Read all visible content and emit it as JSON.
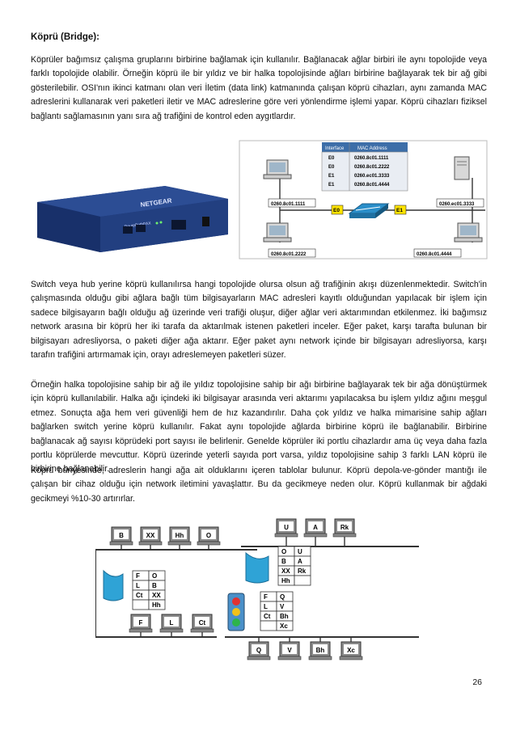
{
  "title": "Köprü (Bridge):",
  "paragraphs": [
    "Köprüler bağımsız çalışma gruplarını birbirine bağlamak için kullanılır. Bağlanacak ağlar birbiri ile aynı topolojide veya farklı topolojide olabilir. Örneğin köprü ile bir yıldız ve bir halka topolojisinde ağları birbirine bağlayarak tek bir ağ gibi gösterilebilir. OSI'nın ikinci katmanı olan veri İletim (data link) katmanında çalışan köprü cihazları, aynı zamanda MAC adreslerini kullanarak veri paketleri iletir ve MAC adreslerine göre veri yönlendirme işlemi yapar. Köprü cihazları fiziksel bağlantı sağlamasının yanı sıra ağ trafiğini de kontrol eden aygıtlardır.",
    "Switch veya hub yerine köprü kullanılırsa hangi topolojide olursa olsun ağ trafiğinin akışı düzenlenmektedir. Switch'in çalışmasında olduğu gibi ağlara bağlı tüm bilgisayarların MAC adresleri kayıtlı olduğundan yapılacak bir işlem için sadece bilgisayarın bağlı olduğu ağ üzerinde veri trafiği oluşur, diğer ağlar veri aktarımından etkilenmez. İki bağımsız network arasına bir köprü her iki tarafa da aktarılmak istenen paketleri inceler. Eğer paket, karşı tarafta bulunan bir bilgisayarı adresliyorsa, o paketi diğer ağa aktarır. Eğer paket aynı network içinde bir bilgisayarı adresliyorsa, karşı tarafın trafiğini artırmamak için, orayı adreslemeyen paketleri süzer.",
    "Örneğin halka topolojisine sahip bir ağ ile yıldız topolojisine sahip bir ağı birbirine bağlayarak tek bir ağa dönüştürmek için köprü kullanılabilir. Halka ağı içindeki iki bilgisayar arasında veri aktarımı yapılacaksa bu işlem yıldız ağını meşgul etmez. Sonuçta ağa hem veri güvenliği hem de hız kazandırılır. Daha çok yıldız ve halka mimarisine sahip ağları bağlarken switch yerine köprü kullanılır. Fakat aynı topolojide ağlarda birbirine köprü ile bağlanabilir. Birbirine bağlanacak ağ sayısı köprüdeki port sayısı ile belirlenir. Genelde köprüler iki portlu cihazlardır ama üç veya daha fazla portlu köprülerde mevcuttur. Köprü üzerinde yeterli sayıda port varsa, yıldız topolojisine sahip 3 farklı LAN köprü ile birbirine bağlanabilir.",
    "Köprü bünyesinde, adreslerin hangi ağa ait olduklarını içeren tablolar bulunur. Köprü depola-ve-gönder mantığı ile çalışan bir cihaz olduğu için network iletimini yavaşlattır. Bu da gecikmeye neden olur. Köprü kullanmak bir ağdaki gecikmeyi %10-30 artırırlar."
  ],
  "figure1": {
    "device_brand": "NETGEAR",
    "device_model": "RoutePathFAX",
    "table_headers": [
      "Interface",
      "MAC Address"
    ],
    "table_rows": [
      [
        "E0",
        "0260.8c01.1111"
      ],
      [
        "E0",
        "0260.8c01.2222"
      ],
      [
        "E1",
        "0260.ec01.3333"
      ],
      [
        "E1",
        "0260.8c01.4444"
      ]
    ],
    "hosts": [
      "0260.8c01.1111",
      "0260.8c01.2222",
      "0260.ec01.3333",
      "0260.8c01.4444"
    ],
    "ports": [
      "E0",
      "E1"
    ]
  },
  "figure2": {
    "left_top_hosts": [
      "B",
      "XX",
      "Hh",
      "O"
    ],
    "left_bottom_hosts": [
      "F",
      "L",
      "Ct"
    ],
    "right_top_hosts": [
      "U",
      "A",
      "Rk"
    ],
    "right_bottom_hosts": [
      "Q",
      "V",
      "Bh",
      "Xc"
    ],
    "table_left": [
      [
        "F",
        "O"
      ],
      [
        "L",
        "B"
      ],
      [
        "Ct",
        "XX"
      ],
      [
        "",
        "Hh"
      ]
    ],
    "table_top": [
      [
        "O",
        "U"
      ],
      [
        "B",
        "A"
      ],
      [
        "XX",
        "Rk"
      ],
      [
        "Hh",
        ""
      ]
    ],
    "table_bottom": [
      [
        "F",
        "Q"
      ],
      [
        "L",
        "V"
      ],
      [
        "Ct",
        "Bh"
      ],
      [
        "",
        "Xc"
      ]
    ]
  },
  "page_number": "26"
}
